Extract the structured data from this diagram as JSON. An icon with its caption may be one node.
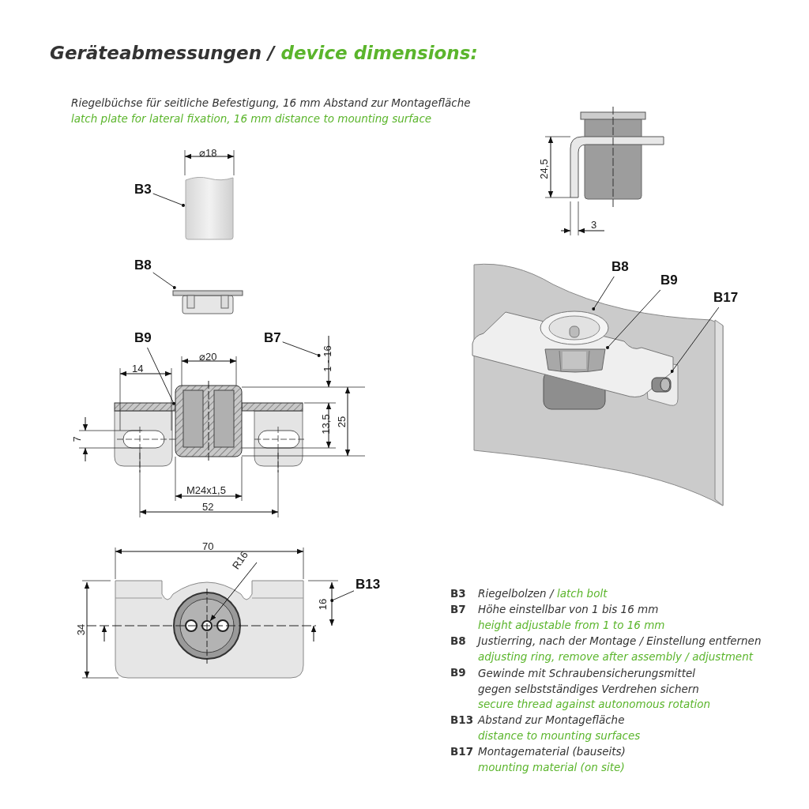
{
  "diagram": {
    "title": "Geräteabmessungen / device dimensions:",
    "nodes": [
      {
        "text": [
          "B3"
        ]
      },
      {
        "text": [],
        "shape": "picture"
      },
      {
        "text": [
          "B8"
        ]
      },
      {
        "text": [],
        "shape": "picture"
      },
      {
        "text": [
          "B9"
        ]
      },
      {
        "text": [],
        "shape": "picture"
      },
      {
        "text": [
          "B7"
        ]
      },
      {
        "text": [
          "B13"
        ]
      },
      {
        "text": [
          "B8"
        ]
      },
      {
        "text": [],
        "shape": "picture"
      },
      {
        "text": [
          "B9"
        ]
      },
      {
        "text": [],
        "shape": "picture"
      },
      {
        "text": [
          "B17"
        ]
      },
      {
        "text": [],
        "shape": "picture"
      },
      {
        "text": [
          "1 - 16"
        ]
      },
      {
        "text": [
          "16"
        ]
      }
    ],
    "edges": [
      {
        "from": 0,
        "to": 1,
        "arrow": "other"
      },
      {
        "from": 2,
        "to": 3,
        "arrow": "other"
      },
      {
        "from": 4,
        "to": 5,
        "arrow": "other"
      },
      {
        "from": 6,
        "to": 14,
        "arrow": "other"
      },
      {
        "from": 7,
        "to": 15,
        "arrow": "other"
      },
      {
        "from": 8,
        "to": 9,
        "arrow": "other"
      },
      {
        "from": 10,
        "to": 11,
        "arrow": "other"
      },
      {
        "from": 12,
        "to": 13,
        "arrow": "other"
      }
    ],
    "labels": [
      "Riegelbüchse für seitliche Befestigung, 16 mm Abstand zur Montagefläche",
      "latch plate for lateral fixation, 16 mm distance to mounting surface",
      "⌀18",
      "24,5",
      "3",
      "⌀20",
      "14",
      "13,5",
      "25",
      "7",
      "M24x1,5",
      "52",
      "70",
      "R16",
      "34",
      "B3",
      "Riegelbolzen /",
      "latch bolt",
      "B7",
      "Höhe einstellbar von 1 bis 16 mm",
      "height adjustable from 1 to 16 mm",
      "B8",
      "Justierring, nach der Montage / Einstellung entfernen",
      "adjusting ring, remove after assembly / adjustment",
      "B9",
      "Gewinde mit Schraubensicherungsmittel gegen selbstständiges Verdrehen sichern",
      "secure thread against autonomous rotation",
      "B13",
      "Abstand zur Montagefläche",
      "distance to mounting surfaces",
      "B17",
      "Montagematerial (bauseits)",
      "mounting material (on site)"
    ]
  }
}
